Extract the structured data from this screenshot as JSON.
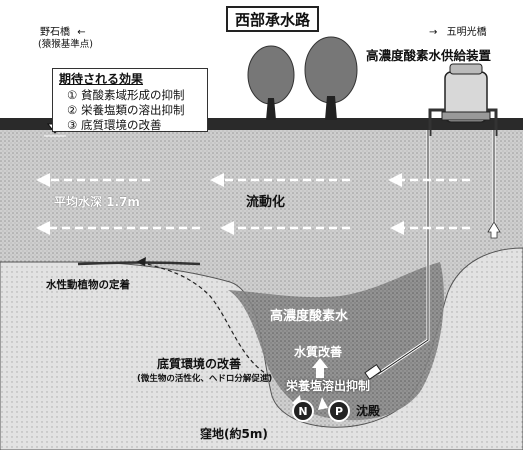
{
  "title": "西部承水路",
  "left_location": {
    "name": "野石橋",
    "sub": "(猿猴基準点)",
    "arrow": "←"
  },
  "right_location": {
    "name": "五明光橋",
    "arrow": "→"
  },
  "equipment_label": "高濃度酸素水供給装置",
  "effects": {
    "heading": "期待される効果",
    "items": [
      "① 貧酸素域形成の抑制",
      "② 栄養塩類の溶出抑制",
      "③ 底質環境の改善"
    ]
  },
  "water_depth_label": "平均水深 1.7m",
  "flow_label": "流動化",
  "plants_label": "水性動植物の定着",
  "oxygen_water_label": "高濃度酸素水",
  "water_quality_label": "水質改善",
  "sediment_label": "底質環境の改善",
  "sediment_sub": "(微生物の活性化、ヘドロ分解促進)",
  "nutrient_label": "栄養塩溶出抑制",
  "nutrient_icons": [
    "N",
    "P"
  ],
  "settle_label": "沈殿",
  "depression_label": "窪地(約5m)"
}
